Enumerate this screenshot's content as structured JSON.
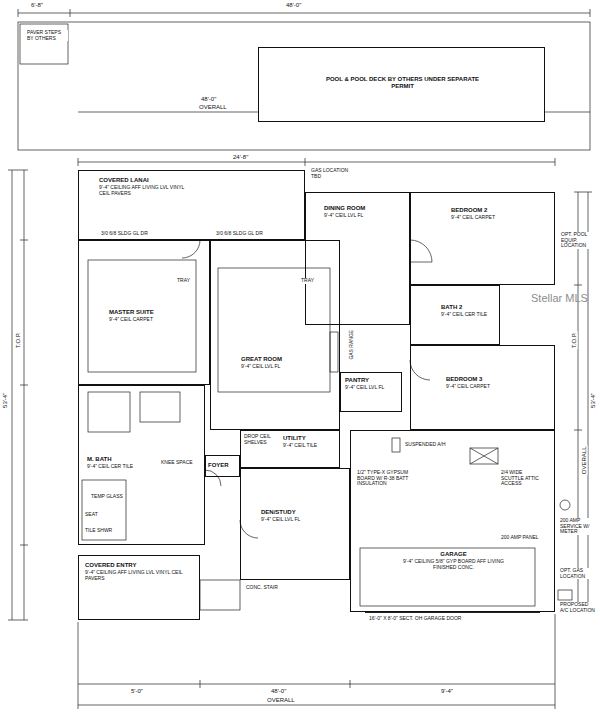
{
  "diagram": {
    "nodes": [
      {
        "text": [
          "POOL & POOL DECK BY OTHERS UNDER SEPARATE PERMIT"
        ]
      },
      {
        "text": [
          "COVERED LANAI",
          "9'-4\" CEILING AFF LIVING LVL VINYL CEIL PAVERS"
        ]
      },
      {
        "text": [
          "DINING ROOM",
          "9'-4\" CEIL LVL FL"
        ]
      },
      {
        "text": [
          "BEDROOM 2",
          "9'-4\" CEIL CARPET"
        ]
      },
      {
        "text": [
          "BATH 2",
          "9'-4\" CEIL CER TILE"
        ]
      },
      {
        "text": [
          "BEDROOM 3",
          "9'-4\" CEIL CARPET"
        ]
      },
      {
        "text": [
          "MASTER SUITE",
          "9'-4\" CEIL CARPET"
        ]
      },
      {
        "text": [
          "GREAT ROOM",
          "9'-4\" CEIL LVL FL"
        ]
      },
      {
        "text": [
          "PANTRY",
          "9'-4\" CEIL LVL FL"
        ]
      },
      {
        "text": [
          "UTILITY",
          "9'-4\" CEIL TILE"
        ]
      },
      {
        "text": [
          "FOYER"
        ]
      },
      {
        "text": [
          "M. BATH",
          "9'-4\" CEIL CER TILE"
        ]
      },
      {
        "text": [
          "DEN/STUDY",
          "9'-4\" CEIL LVL FL"
        ]
      },
      {
        "text": [
          "GARAGE",
          "9'-4\" CEILING 5/8\" GYP BOARD AFF LIVING FINISHED CONC."
        ]
      },
      {
        "text": [
          "COVERED ENTRY",
          "9'-4\" CEILING AFF LIVING LVL VINYL CEIL PAVERS"
        ]
      }
    ],
    "labels": [
      "6'-8\"",
      "48'-0\"",
      "PAVER STEPS BY OTHERS",
      "48'-0\"",
      "OVERALL",
      "24'-8\"",
      "GAS LOCATION TBD",
      "3/0 6/8 SLDG GL DR",
      "3/0 6/8 SLDG GL DR",
      "TRAY",
      "TRAY",
      "GAS RANGE",
      "OPT. POOL EQUIP. LOCATION",
      "Stellar MLS",
      "DROP CEIL SHELVES",
      "SUSPENDED A/H",
      "1/2\" TYPE-X GYPSUM BOARD W/ R-38 BATT INSULATION",
      "2/4 WIDE SCUTTLE ATTIC ACCESS",
      "200 AMP PANEL",
      "200 AMP SERVICE W/ METER",
      "OPT. GAS LOCATION",
      "PROPOSED A/C LOCATION",
      "16'-0\" X 8'-0\" SECT. OH GARAGE DOOR",
      "KNEE SPACE",
      "TEMP GLASS",
      "SEAT",
      "TILE SHWR",
      "CONC. STAIR",
      "53'-4\"",
      "T.O.P.",
      "53'-4\"",
      "OVERALL",
      "T.O.P.",
      "48'-0\"",
      "OVERALL",
      "5'-0\"",
      "9'-4\""
    ]
  }
}
